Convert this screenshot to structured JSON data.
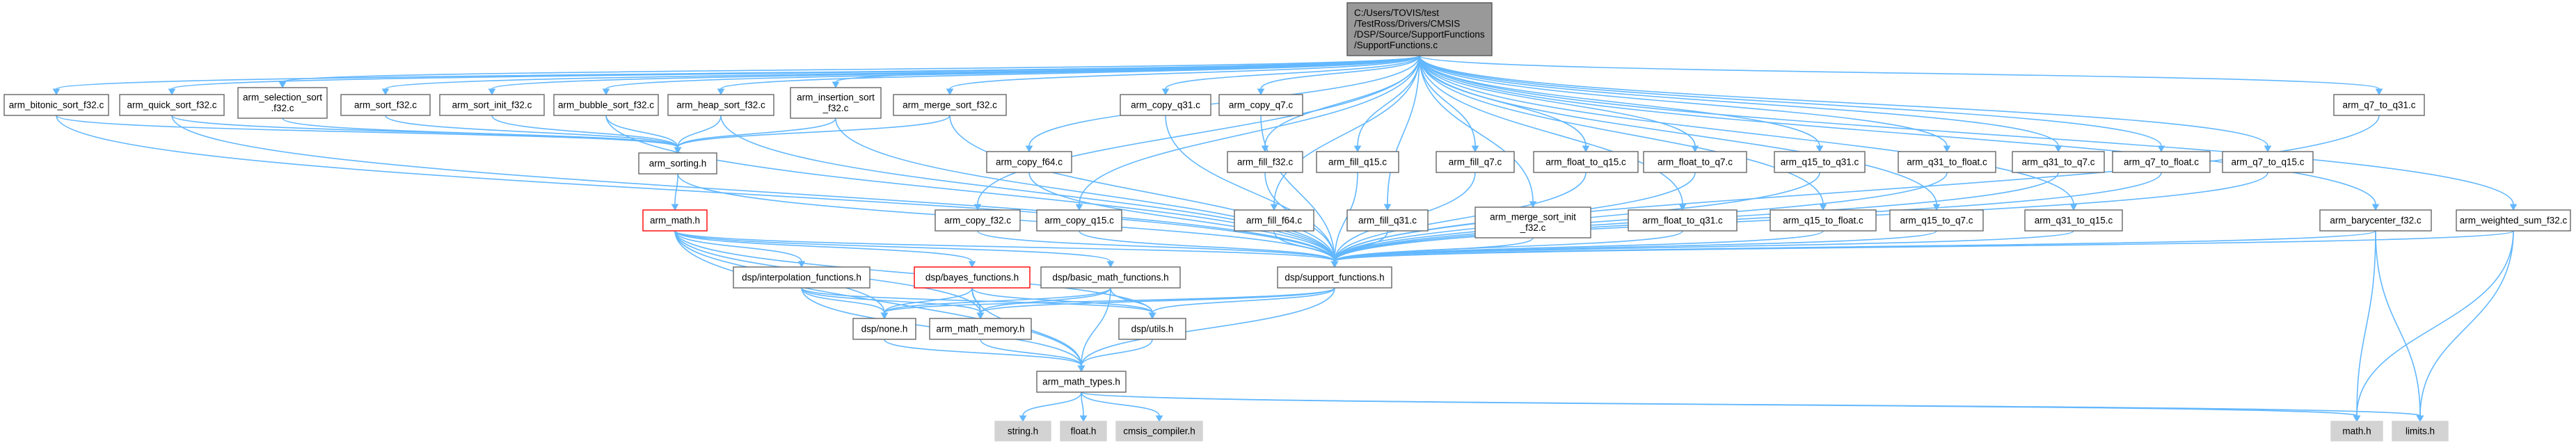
{
  "colors": {
    "edge": "#63b8ff",
    "root_fill": "#999999",
    "file_border": "#666666",
    "highlight_border": "#ff0000",
    "system_fill": "#d3d3d3"
  },
  "nodes": [
    {
      "id": "root",
      "kind": "root",
      "lines": [
        "C:/Users/TOVIS/test",
        "/TestRoss/Drivers/CMSIS",
        "/DSP/Source/SupportFunctions",
        "/SupportFunctions.c"
      ]
    },
    {
      "id": "arm_bitonic_sort_f32",
      "kind": "file",
      "lines": [
        "arm_bitonic_sort_f32.c"
      ]
    },
    {
      "id": "arm_quick_sort_f32",
      "kind": "file",
      "lines": [
        "arm_quick_sort_f32.c"
      ]
    },
    {
      "id": "arm_selection_sort_f32",
      "kind": "file",
      "lines": [
        "arm_selection_sort",
        ".f32.c"
      ]
    },
    {
      "id": "arm_sort_f32",
      "kind": "file",
      "lines": [
        "arm_sort_f32.c"
      ]
    },
    {
      "id": "arm_sort_init_f32",
      "kind": "file",
      "lines": [
        "arm_sort_init_f32.c"
      ]
    },
    {
      "id": "arm_bubble_sort_f32",
      "kind": "file",
      "lines": [
        "arm_bubble_sort_f32.c"
      ]
    },
    {
      "id": "arm_heap_sort_f32",
      "kind": "file",
      "lines": [
        "arm_heap_sort_f32.c"
      ]
    },
    {
      "id": "arm_insertion_sort_f32",
      "kind": "file",
      "lines": [
        "arm_insertion_sort",
        "_f32.c"
      ]
    },
    {
      "id": "arm_merge_sort_f32",
      "kind": "file",
      "lines": [
        "arm_merge_sort_f32.c"
      ]
    },
    {
      "id": "arm_copy_q31",
      "kind": "file",
      "lines": [
        "arm_copy_q31.c"
      ]
    },
    {
      "id": "arm_copy_q7",
      "kind": "file",
      "lines": [
        "arm_copy_q7.c"
      ]
    },
    {
      "id": "arm_q7_to_q31",
      "kind": "file",
      "lines": [
        "arm_q7_to_q31.c"
      ]
    },
    {
      "id": "arm_sorting_h",
      "kind": "file",
      "lines": [
        "arm_sorting.h"
      ]
    },
    {
      "id": "arm_copy_f64",
      "kind": "file",
      "lines": [
        "arm_copy_f64.c"
      ]
    },
    {
      "id": "arm_fill_f32",
      "kind": "file",
      "lines": [
        "arm_fill_f32.c"
      ]
    },
    {
      "id": "arm_fill_q15",
      "kind": "file",
      "lines": [
        "arm_fill_q15.c"
      ]
    },
    {
      "id": "arm_fill_q7",
      "kind": "file",
      "lines": [
        "arm_fill_q7.c"
      ]
    },
    {
      "id": "arm_float_to_q15",
      "kind": "file",
      "lines": [
        "arm_float_to_q15.c"
      ]
    },
    {
      "id": "arm_float_to_q7",
      "kind": "file",
      "lines": [
        "arm_float_to_q7.c"
      ]
    },
    {
      "id": "arm_q15_to_q31",
      "kind": "file",
      "lines": [
        "arm_q15_to_q31.c"
      ]
    },
    {
      "id": "arm_q31_to_float",
      "kind": "file",
      "lines": [
        "arm_q31_to_float.c"
      ]
    },
    {
      "id": "arm_q31_to_q7",
      "kind": "file",
      "lines": [
        "arm_q31_to_q7.c"
      ]
    },
    {
      "id": "arm_q7_to_float",
      "kind": "file",
      "lines": [
        "arm_q7_to_float.c"
      ]
    },
    {
      "id": "arm_q7_to_q15",
      "kind": "file",
      "lines": [
        "arm_q7_to_q15.c"
      ]
    },
    {
      "id": "arm_math_h",
      "kind": "highlight",
      "lines": [
        "arm_math.h"
      ]
    },
    {
      "id": "arm_copy_f32",
      "kind": "file",
      "lines": [
        "arm_copy_f32.c"
      ]
    },
    {
      "id": "arm_copy_q15",
      "kind": "file",
      "lines": [
        "arm_copy_q15.c"
      ]
    },
    {
      "id": "arm_fill_f64",
      "kind": "file",
      "lines": [
        "arm_fill_f64.c"
      ]
    },
    {
      "id": "arm_fill_q31",
      "kind": "file",
      "lines": [
        "arm_fill_q31.c"
      ]
    },
    {
      "id": "arm_merge_sort_init_f32",
      "kind": "file",
      "lines": [
        "arm_merge_sort_init",
        "_f32.c"
      ]
    },
    {
      "id": "arm_float_to_q31",
      "kind": "file",
      "lines": [
        "arm_float_to_q31.c"
      ]
    },
    {
      "id": "arm_q15_to_float",
      "kind": "file",
      "lines": [
        "arm_q15_to_float.c"
      ]
    },
    {
      "id": "arm_q15_to_q7",
      "kind": "file",
      "lines": [
        "arm_q15_to_q7.c"
      ]
    },
    {
      "id": "arm_q31_to_q15",
      "kind": "file",
      "lines": [
        "arm_q31_to_q15.c"
      ]
    },
    {
      "id": "arm_barycenter_f32",
      "kind": "file",
      "lines": [
        "arm_barycenter_f32.c"
      ]
    },
    {
      "id": "arm_weighted_sum_f32",
      "kind": "file",
      "lines": [
        "arm_weighted_sum_f32.c"
      ]
    },
    {
      "id": "interpolation_functions_h",
      "kind": "file",
      "lines": [
        "dsp/interpolation_functions.h"
      ]
    },
    {
      "id": "bayes_functions_h",
      "kind": "highlight",
      "lines": [
        "dsp/bayes_functions.h"
      ]
    },
    {
      "id": "basic_math_functions_h",
      "kind": "file",
      "lines": [
        "dsp/basic_math_functions.h"
      ]
    },
    {
      "id": "support_functions_h",
      "kind": "file",
      "lines": [
        "dsp/support_functions.h"
      ]
    },
    {
      "id": "none_h",
      "kind": "file",
      "lines": [
        "dsp/none.h"
      ]
    },
    {
      "id": "arm_math_memory_h",
      "kind": "file",
      "lines": [
        "arm_math_memory.h"
      ]
    },
    {
      "id": "utils_h",
      "kind": "file",
      "lines": [
        "dsp/utils.h"
      ]
    },
    {
      "id": "arm_math_types_h",
      "kind": "file",
      "lines": [
        "arm_math_types.h"
      ]
    },
    {
      "id": "string_h",
      "kind": "system",
      "lines": [
        "string.h"
      ]
    },
    {
      "id": "float_h",
      "kind": "system",
      "lines": [
        "float.h"
      ]
    },
    {
      "id": "cmsis_compiler_h",
      "kind": "system",
      "lines": [
        "cmsis_compiler.h"
      ]
    },
    {
      "id": "math_h",
      "kind": "system",
      "lines": [
        "math.h"
      ]
    },
    {
      "id": "limits_h",
      "kind": "system",
      "lines": [
        "limits.h"
      ]
    }
  ],
  "edges": [
    [
      "root",
      "arm_bitonic_sort_f32"
    ],
    [
      "root",
      "arm_quick_sort_f32"
    ],
    [
      "root",
      "arm_selection_sort_f32"
    ],
    [
      "root",
      "arm_sort_f32"
    ],
    [
      "root",
      "arm_sort_init_f32"
    ],
    [
      "root",
      "arm_bubble_sort_f32"
    ],
    [
      "root",
      "arm_heap_sort_f32"
    ],
    [
      "root",
      "arm_insertion_sort_f32"
    ],
    [
      "root",
      "arm_merge_sort_f32"
    ],
    [
      "root",
      "arm_copy_q31"
    ],
    [
      "root",
      "arm_copy_q7"
    ],
    [
      "root",
      "arm_copy_f64"
    ],
    [
      "root",
      "arm_copy_f32"
    ],
    [
      "root",
      "arm_copy_q15"
    ],
    [
      "root",
      "arm_fill_f32"
    ],
    [
      "root",
      "arm_fill_f64"
    ],
    [
      "root",
      "arm_fill_q15"
    ],
    [
      "root",
      "arm_fill_q31"
    ],
    [
      "root",
      "arm_fill_q7"
    ],
    [
      "root",
      "arm_merge_sort_init_f32"
    ],
    [
      "root",
      "arm_float_to_q15"
    ],
    [
      "root",
      "arm_float_to_q31"
    ],
    [
      "root",
      "arm_float_to_q7"
    ],
    [
      "root",
      "arm_q15_to_float"
    ],
    [
      "root",
      "arm_q15_to_q31"
    ],
    [
      "root",
      "arm_q15_to_q7"
    ],
    [
      "root",
      "arm_q31_to_float"
    ],
    [
      "root",
      "arm_q31_to_q15"
    ],
    [
      "root",
      "arm_q31_to_q7"
    ],
    [
      "root",
      "arm_q7_to_float"
    ],
    [
      "root",
      "arm_q7_to_q15"
    ],
    [
      "root",
      "arm_q7_to_q31"
    ],
    [
      "root",
      "arm_barycenter_f32"
    ],
    [
      "root",
      "arm_weighted_sum_f32"
    ],
    [
      "arm_bitonic_sort_f32",
      "arm_sorting_h"
    ],
    [
      "arm_bitonic_sort_f32",
      "support_functions_h"
    ],
    [
      "arm_quick_sort_f32",
      "arm_sorting_h"
    ],
    [
      "arm_quick_sort_f32",
      "support_functions_h"
    ],
    [
      "arm_selection_sort_f32",
      "arm_sorting_h"
    ],
    [
      "arm_sort_f32",
      "arm_sorting_h"
    ],
    [
      "arm_sort_init_f32",
      "arm_sorting_h"
    ],
    [
      "arm_bubble_sort_f32",
      "arm_sorting_h"
    ],
    [
      "arm_bubble_sort_f32",
      "support_functions_h"
    ],
    [
      "arm_heap_sort_f32",
      "arm_sorting_h"
    ],
    [
      "arm_heap_sort_f32",
      "support_functions_h"
    ],
    [
      "arm_insertion_sort_f32",
      "arm_sorting_h"
    ],
    [
      "arm_insertion_sort_f32",
      "support_functions_h"
    ],
    [
      "arm_merge_sort_f32",
      "arm_sorting_h"
    ],
    [
      "arm_merge_sort_f32",
      "support_functions_h"
    ],
    [
      "arm_sorting_h",
      "arm_math_h"
    ],
    [
      "arm_sorting_h",
      "support_functions_h"
    ],
    [
      "arm_math_h",
      "arm_math_types_h"
    ],
    [
      "arm_math_h",
      "arm_math_memory_h"
    ],
    [
      "arm_math_h",
      "none_h"
    ],
    [
      "arm_math_h",
      "utils_h"
    ],
    [
      "arm_math_h",
      "basic_math_functions_h"
    ],
    [
      "arm_math_h",
      "interpolation_functions_h"
    ],
    [
      "arm_math_h",
      "bayes_functions_h"
    ],
    [
      "arm_math_h",
      "support_functions_h"
    ],
    [
      "arm_copy_q31",
      "support_functions_h"
    ],
    [
      "arm_copy_q7",
      "support_functions_h"
    ],
    [
      "arm_copy_f64",
      "support_functions_h"
    ],
    [
      "arm_copy_f32",
      "support_functions_h"
    ],
    [
      "arm_copy_q15",
      "support_functions_h"
    ],
    [
      "arm_fill_f32",
      "support_functions_h"
    ],
    [
      "arm_fill_f64",
      "support_functions_h"
    ],
    [
      "arm_fill_q15",
      "support_functions_h"
    ],
    [
      "arm_fill_q31",
      "support_functions_h"
    ],
    [
      "arm_fill_q7",
      "support_functions_h"
    ],
    [
      "arm_merge_sort_init_f32",
      "support_functions_h"
    ],
    [
      "arm_float_to_q15",
      "support_functions_h"
    ],
    [
      "arm_float_to_q31",
      "support_functions_h"
    ],
    [
      "arm_float_to_q7",
      "support_functions_h"
    ],
    [
      "arm_q15_to_float",
      "support_functions_h"
    ],
    [
      "arm_q15_to_q31",
      "support_functions_h"
    ],
    [
      "arm_q15_to_q7",
      "support_functions_h"
    ],
    [
      "arm_q31_to_float",
      "support_functions_h"
    ],
    [
      "arm_q31_to_q15",
      "support_functions_h"
    ],
    [
      "arm_q31_to_q7",
      "support_functions_h"
    ],
    [
      "arm_q7_to_float",
      "support_functions_h"
    ],
    [
      "arm_q7_to_q15",
      "support_functions_h"
    ],
    [
      "arm_q7_to_q31",
      "support_functions_h"
    ],
    [
      "arm_barycenter_f32",
      "support_functions_h"
    ],
    [
      "arm_barycenter_f32",
      "math_h"
    ],
    [
      "arm_barycenter_f32",
      "limits_h"
    ],
    [
      "arm_weighted_sum_f32",
      "support_functions_h"
    ],
    [
      "arm_weighted_sum_f32",
      "math_h"
    ],
    [
      "arm_weighted_sum_f32",
      "limits_h"
    ],
    [
      "interpolation_functions_h",
      "arm_math_types_h"
    ],
    [
      "interpolation_functions_h",
      "arm_math_memory_h"
    ],
    [
      "interpolation_functions_h",
      "none_h"
    ],
    [
      "interpolation_functions_h",
      "utils_h"
    ],
    [
      "bayes_functions_h",
      "arm_math_types_h"
    ],
    [
      "bayes_functions_h",
      "arm_math_memory_h"
    ],
    [
      "bayes_functions_h",
      "none_h"
    ],
    [
      "bayes_functions_h",
      "utils_h"
    ],
    [
      "basic_math_functions_h",
      "arm_math_types_h"
    ],
    [
      "basic_math_functions_h",
      "arm_math_memory_h"
    ],
    [
      "basic_math_functions_h",
      "none_h"
    ],
    [
      "basic_math_functions_h",
      "utils_h"
    ],
    [
      "support_functions_h",
      "arm_math_types_h"
    ],
    [
      "support_functions_h",
      "arm_math_memory_h"
    ],
    [
      "support_functions_h",
      "none_h"
    ],
    [
      "support_functions_h",
      "utils_h"
    ],
    [
      "none_h",
      "arm_math_types_h"
    ],
    [
      "arm_math_memory_h",
      "arm_math_types_h"
    ],
    [
      "utils_h",
      "arm_math_types_h"
    ],
    [
      "arm_math_types_h",
      "string_h"
    ],
    [
      "arm_math_types_h",
      "float_h"
    ],
    [
      "arm_math_types_h",
      "cmsis_compiler_h"
    ],
    [
      "arm_math_types_h",
      "math_h"
    ],
    [
      "arm_math_types_h",
      "limits_h"
    ]
  ]
}
